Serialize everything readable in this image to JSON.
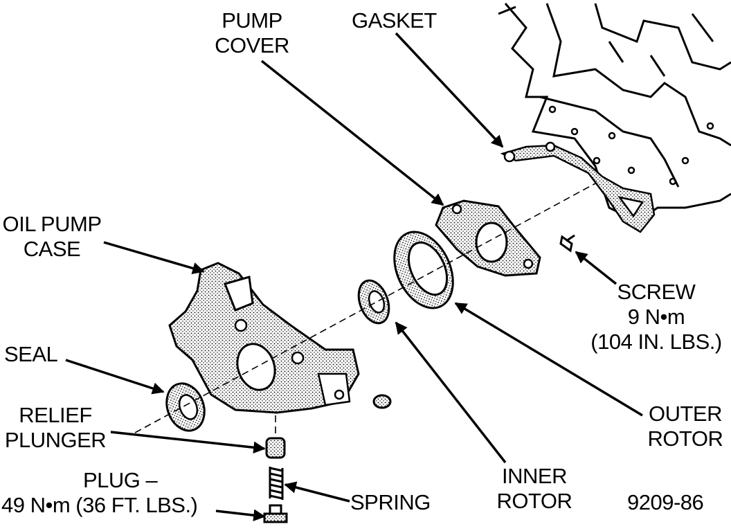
{
  "labels": {
    "pump_cover": [
      "PUMP",
      "COVER"
    ],
    "gasket": "GASKET",
    "oil_pump_case": [
      "OIL PUMP",
      "CASE"
    ],
    "seal": "SEAL",
    "relief_plunger": [
      "RELIEF",
      "PLUNGER"
    ],
    "plug": [
      "PLUG –",
      "49 N•m (36 FT. LBS.)"
    ],
    "spring": "SPRING",
    "inner_rotor": [
      "INNER",
      "ROTOR"
    ],
    "outer_rotor": [
      "OUTER",
      "ROTOR"
    ],
    "screw": [
      "SCREW",
      "9 N•m",
      "(104 IN. LBS.)"
    ],
    "figure_id": "9209-86"
  }
}
